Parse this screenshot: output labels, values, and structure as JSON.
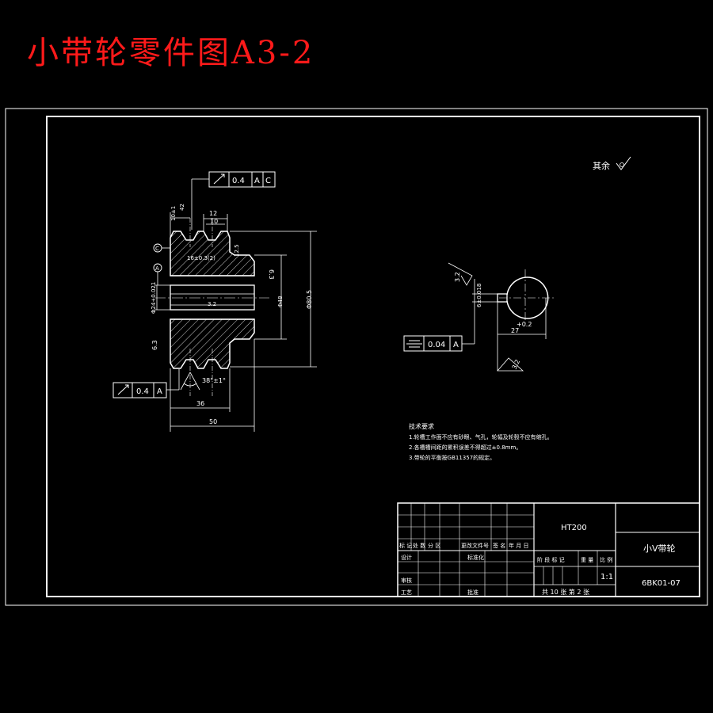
{
  "page_title": "小带轮零件图A3-2",
  "drawing": {
    "roughness_note": "其余",
    "tolerance_frame_top": [
      "0.4",
      "A",
      "C"
    ],
    "tolerance_frame_bottom": [
      "0.4",
      "A"
    ],
    "tolerance_frame_key": [
      "0.04",
      "A"
    ],
    "datum_c": "C",
    "datum_a": "A",
    "dims": {
      "d12": "12",
      "d10": "10",
      "d10p1": "10±1",
      "d42": "42",
      "d16": "16±0.3(2)",
      "d63a": "6.3",
      "d63b": "6.3",
      "dphi24": "Φ24+0.021",
      "dphi48": "Φ48",
      "dphi805": "Φ80.5",
      "d50": "50",
      "d36": "36",
      "d38": "38°±1°",
      "d32a": "3.2",
      "d32b": "3.2",
      "d32c": "3.2",
      "d27": "27",
      "d02": "+0.2",
      "d6": "6±0.018",
      "d125": "12.5"
    },
    "tech_req": {
      "title": "技术要求",
      "lines": [
        "1.轮槽工作面不应有砂眼、气孔，轮幅及轮毂不应有缩孔。",
        "2.各槽槽间距的累积误差不得超过±0.8mm。",
        "3.带轮的平衡按GB11357的规定。"
      ]
    },
    "title_block": {
      "material": "HT200",
      "part_name": "小V带轮",
      "drawing_no": "6BK01-07",
      "scale_value": "1:1",
      "sheets": "共 10 张  第 2 张",
      "rev_headers": [
        "标 记",
        "处 数",
        "分 区",
        "更改文件号",
        "签 名",
        "年 月 日"
      ],
      "design": "设计",
      "standard": "标准化",
      "review": "审核",
      "process": "工艺",
      "approve": "批准",
      "stage_headers": [
        "阶 段 标 记",
        "重 量",
        "比 例"
      ]
    }
  }
}
